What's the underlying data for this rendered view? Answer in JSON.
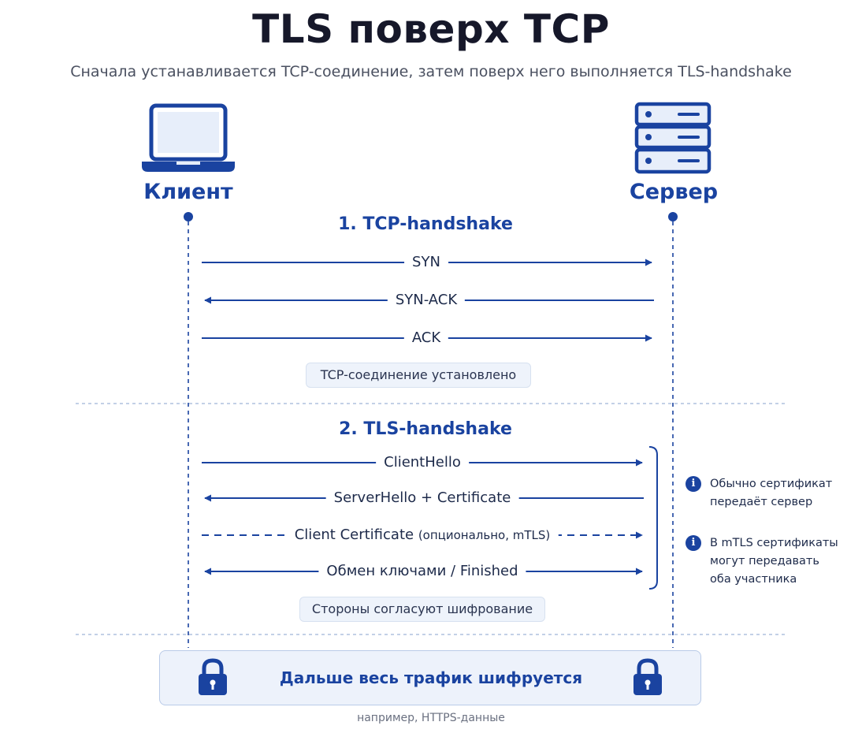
{
  "title": "TLS поверх TCP",
  "subtitle": "Сначала устанавливается TCP-соединение, затем поверх него выполняется TLS-handshake",
  "icons": {
    "client": "laptop-icon",
    "server": "server-rack-icon",
    "info": "info-icon",
    "lock": "padlock-icon"
  },
  "colors": {
    "accent": "#1a43a0",
    "text": "#1d2a4a",
    "pill_bg": "#eef3fb",
    "box_bg": "#edf2fb"
  },
  "client": {
    "label": "Клиент"
  },
  "server": {
    "label": "Сервер"
  },
  "tcp": {
    "title": "1. TCP-handshake",
    "messages": [
      {
        "label": "SYN",
        "direction": "to-server",
        "style": "solid"
      },
      {
        "label": "SYN-ACK",
        "direction": "to-client",
        "style": "solid"
      },
      {
        "label": "ACK",
        "direction": "to-server",
        "style": "solid"
      }
    ],
    "result": "TCP-соединение установлено"
  },
  "tls": {
    "title": "2. TLS-handshake",
    "messages": [
      {
        "label": "ClientHello",
        "note": "",
        "direction": "to-server",
        "style": "solid"
      },
      {
        "label": "ServerHello + Certificate",
        "note": "",
        "direction": "to-client",
        "style": "solid"
      },
      {
        "label": "Client Certificate",
        "note": "(опционально, mTLS)",
        "direction": "to-server",
        "style": "dashed"
      },
      {
        "label": "Обмен ключами / Finished",
        "note": "",
        "direction": "both",
        "style": "solid"
      }
    ],
    "result": "Стороны согласуют шифрование",
    "notes": [
      {
        "line1": "Обычно сертификат",
        "line2": "передаёт сервер",
        "line3": ""
      },
      {
        "line1": "В mTLS сертификаты",
        "line2": "могут передавать",
        "line3": "оба участника"
      }
    ]
  },
  "encrypted": {
    "label": "Дальше весь трафик шифруется",
    "footnote": "например, HTTPS-данные"
  }
}
